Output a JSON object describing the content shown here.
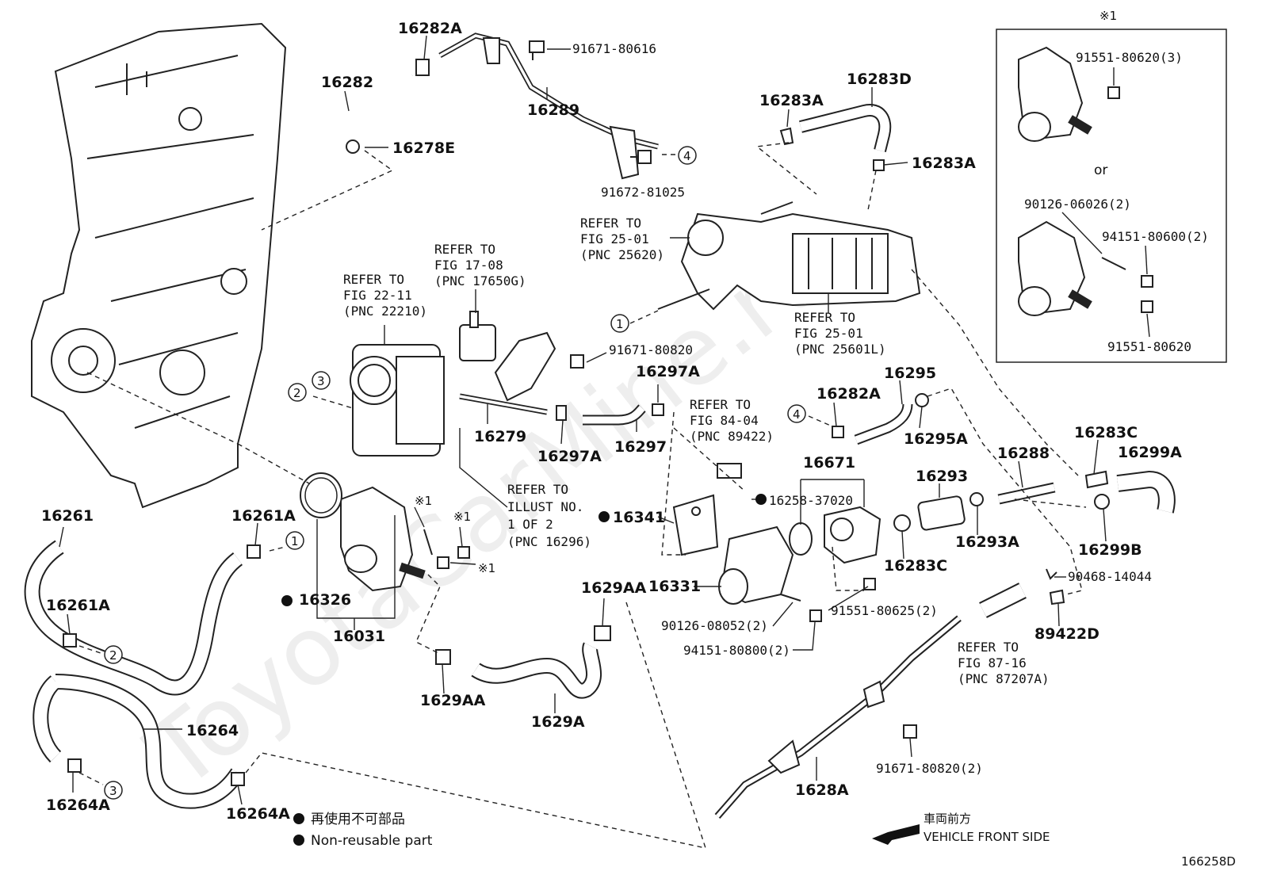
{
  "watermark": "ToyotaCarMine.ru",
  "diagram_id": "166258D",
  "inset": {
    "marker": "※1",
    "or": "or"
  },
  "legend": {
    "jp": "再使用不可部品",
    "en": "Non-reusable part",
    "front_jp": "車両前方",
    "front_en": "VEHICLE FRONT SIDE"
  },
  "circled_numbers": [
    "1",
    "2",
    "3",
    "4"
  ],
  "labels": {
    "l16282A_top": "16282A",
    "l16282": "16282",
    "l91671_80616": "91671-80616",
    "l16289": "16289",
    "l16278E": "16278E",
    "l91672_81025": "91672-81025",
    "l16283D": "16283D",
    "l16283A_a": "16283A",
    "l16283A_b": "16283A",
    "l91671_80820": "91671-80820",
    "l16297A_a": "16297A",
    "l16297A_b": "16297A",
    "l16279": "16279",
    "l16297": "16297",
    "l16282A_mid": "16282A",
    "l16295": "16295",
    "l16295A": "16295A",
    "l16288": "16288",
    "l16283C_a": "16283C",
    "l16283C_b": "16283C",
    "l16299A": "16299A",
    "l16299B": "16299B",
    "l16293": "16293",
    "l16293A": "16293A",
    "l16671": "16671",
    "l16258_37020": "16258-37020",
    "l16341": "16341",
    "l16331": "16331",
    "l90126_08052": "90126-08052(2)",
    "l94151_80800": "94151-80800(2)",
    "l91551_80625": "91551-80625(2)",
    "l90468_14044": "90468-14044",
    "l89422D": "89422D",
    "l16261": "16261",
    "l16261A_a": "16261A",
    "l16261A_b": "16261A",
    "l16326": "16326",
    "l16031": "16031",
    "l1629AA_a": "1629AA",
    "l1629AA_b": "1629AA",
    "l1629A": "1629A",
    "l16264": "16264",
    "l16264A_a": "16264A",
    "l16264A_b": "16264A",
    "l1628A": "1628A",
    "l91671_80820_2": "91671-80820(2)",
    "l91551_80620_3": "91551-80620(3)",
    "l90126_06026": "90126-06026(2)",
    "l94151_80600": "94151-80600(2)",
    "l91551_80620": "91551-80620"
  },
  "refs": {
    "r2210": [
      "REFER TO",
      "FIG 22-11",
      "(PNC 22210)"
    ],
    "r17650": [
      "REFER TO",
      "FIG 17-08",
      "(PNC 17650G)"
    ],
    "r25620": [
      "REFER TO",
      "FIG 25-01",
      "(PNC 25620)"
    ],
    "r25601": [
      "REFER TO",
      "FIG 25-01",
      "(PNC 25601L)"
    ],
    "r89422": [
      "REFER TO",
      "FIG 84-04",
      "(PNC 89422)"
    ],
    "r16296": [
      "REFER TO",
      "ILLUST NO.",
      "1 OF 2",
      "(PNC 16296)"
    ],
    "r87207": [
      "REFER TO",
      "FIG 87-16",
      "(PNC 87207A)"
    ]
  },
  "asterisk_marks": [
    "※1",
    "※1",
    "※1"
  ]
}
